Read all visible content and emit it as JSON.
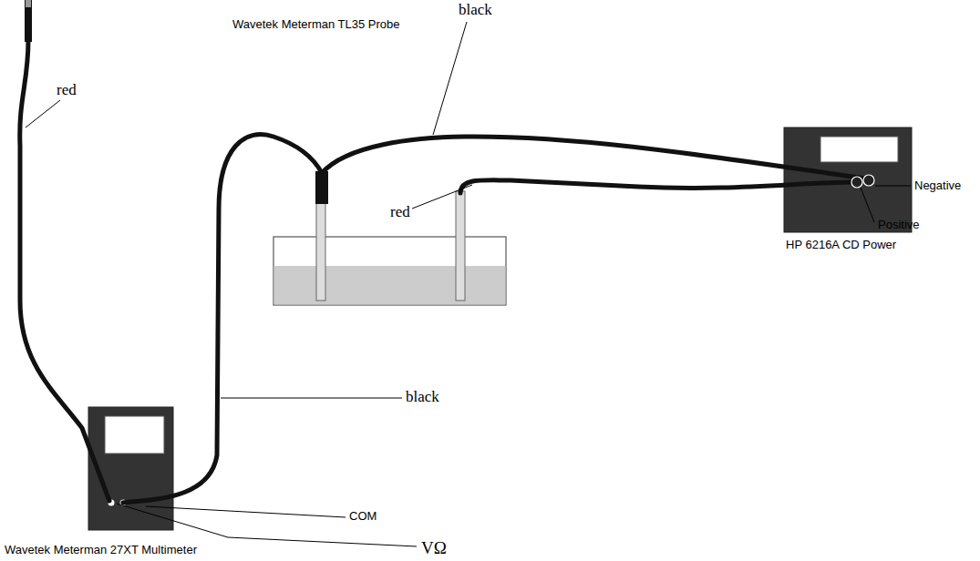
{
  "diagram": {
    "nodes": [
      {
        "text": [
          "Wavetek Meterman 27XT Multimeter"
        ]
      },
      {
        "text": [
          "HP 6216A CD Power"
        ]
      }
    ],
    "labels": [
      "Wavetek Meterman TL35 Probe",
      "black",
      "red",
      "Negative",
      "red",
      "Positive",
      "black",
      "COM",
      "VΩ"
    ]
  }
}
